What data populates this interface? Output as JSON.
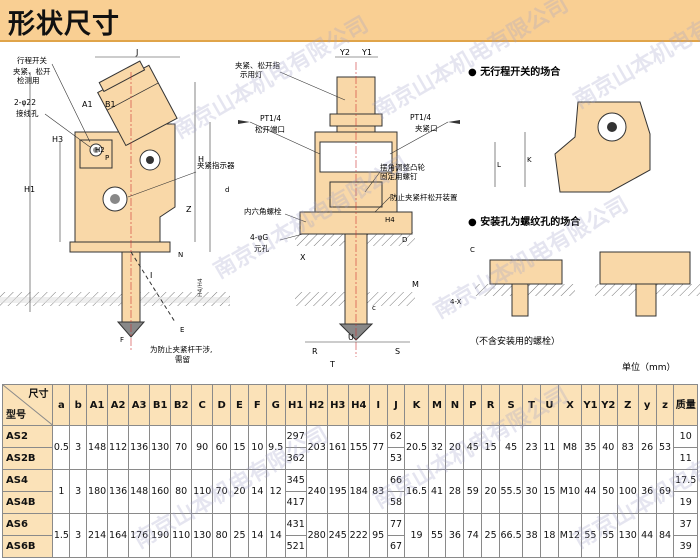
{
  "title": "形状尺寸",
  "watermark": "南京山本机电有限公司",
  "unit_label": "单位（mm）",
  "callouts": {
    "limit_switch": "行程开关",
    "clamp_release_switch": "夹紧、松开\n检测用",
    "wiring_hole_size": "2-φ22",
    "wiring_hole": "接线孔",
    "clamp_indicator_lamp": "夹紧、松开指\n示用灯",
    "pt_left": "PT1/4",
    "release_port": "松开端口",
    "pt_right": "PT1/4",
    "clamp_port": "夹紧口",
    "clamp_indicator": "夹紧指示器",
    "cam_fix": "摆角调整凸轮\n固定用螺钉",
    "anti_release": "防止夹紧杆松开装置",
    "hex_bolt": "内六角螺栓",
    "through_hole_size": "4-φG",
    "through_hole": "元孔",
    "anti_interference": "为防止夹紧杆干涉,\n需留",
    "bullet_no_switch": "● 无行程开关的场合",
    "bullet_threaded": "● 安装孔为螺纹孔的场合",
    "no_bolt_note": "（不含安装用的螺栓）"
  },
  "dimension_labels": [
    "J",
    "A1",
    "B1",
    "H3",
    "H",
    "H1",
    "H2",
    "P",
    "N",
    "d",
    "Z",
    "I",
    "H4",
    "Y2",
    "Y1",
    "S",
    "T",
    "R",
    "U",
    "X",
    "M",
    "K",
    "L",
    "c",
    "D",
    "E",
    "F",
    "C",
    "4-X"
  ],
  "table": {
    "corner_top": "尺寸",
    "corner_bottom": "型号",
    "columns": [
      "a",
      "b",
      "A1",
      "A2",
      "A3",
      "B1",
      "B2",
      "C",
      "D",
      "E",
      "F",
      "G",
      "H1",
      "H2",
      "H3",
      "H4",
      "I",
      "J",
      "K",
      "M",
      "N",
      "P",
      "R",
      "S",
      "T",
      "U",
      "X",
      "Y1",
      "Y2",
      "Z",
      "y",
      "z",
      "质量"
    ],
    "groups": [
      {
        "models": [
          "AS2",
          "AS2B"
        ],
        "shared": {
          "a": "0.5",
          "b": "3",
          "A1": "148",
          "A2": "112",
          "A3": "136",
          "B1": "130",
          "B2": "70",
          "C": "90",
          "D": "60",
          "E": "15",
          "F": "10",
          "G": "9.5",
          "H2": "203",
          "H3": "161",
          "H4": "155",
          "I": "77",
          "K": "20.5",
          "M": "32",
          "N": "20",
          "P": "45",
          "R": "15",
          "S": "45",
          "T": "23",
          "U": "11",
          "X": "M8",
          "Y1": "35",
          "Y2": "40",
          "Z": "83",
          "y": "26",
          "z": "53"
        },
        "split": {
          "H1": [
            "297",
            "362"
          ],
          "J": [
            "62",
            "53"
          ],
          "质量": [
            "10",
            "11"
          ]
        }
      },
      {
        "models": [
          "AS4",
          "AS4B"
        ],
        "shared": {
          "a": "1",
          "b": "3",
          "A1": "180",
          "A2": "136",
          "A3": "148",
          "B1": "160",
          "B2": "80",
          "C": "110",
          "D": "70",
          "E": "20",
          "F": "14",
          "G": "12",
          "H2": "240",
          "H3": "195",
          "H4": "184",
          "I": "83",
          "K": "16.5",
          "M": "41",
          "N": "28",
          "P": "59",
          "R": "20",
          "S": "55.5",
          "T": "30",
          "U": "15",
          "X": "M10",
          "Y1": "44",
          "Y2": "50",
          "Z": "100",
          "y": "36",
          "z": "69"
        },
        "split": {
          "H1": [
            "345",
            "417"
          ],
          "J": [
            "66",
            "58"
          ],
          "质量": [
            "17.5",
            "19"
          ]
        }
      },
      {
        "models": [
          "AS6",
          "AS6B"
        ],
        "shared": {
          "a": "1.5",
          "b": "3",
          "A1": "214",
          "A2": "164",
          "A3": "176",
          "B1": "190",
          "B2": "110",
          "C": "130",
          "D": "80",
          "E": "25",
          "F": "14",
          "G": "14",
          "H2": "280",
          "H3": "245",
          "H4": "222",
          "I": "95",
          "K": "19",
          "M": "55",
          "N": "36",
          "P": "74",
          "R": "25",
          "S": "66.5",
          "T": "38",
          "U": "18",
          "X": "M12",
          "Y1": "55",
          "Y2": "55",
          "Z": "130",
          "y": "44",
          "z": "84"
        },
        "split": {
          "H1": [
            "431",
            "521"
          ],
          "J": [
            "77",
            "67"
          ],
          "质量": [
            "37",
            "39"
          ]
        }
      }
    ]
  }
}
